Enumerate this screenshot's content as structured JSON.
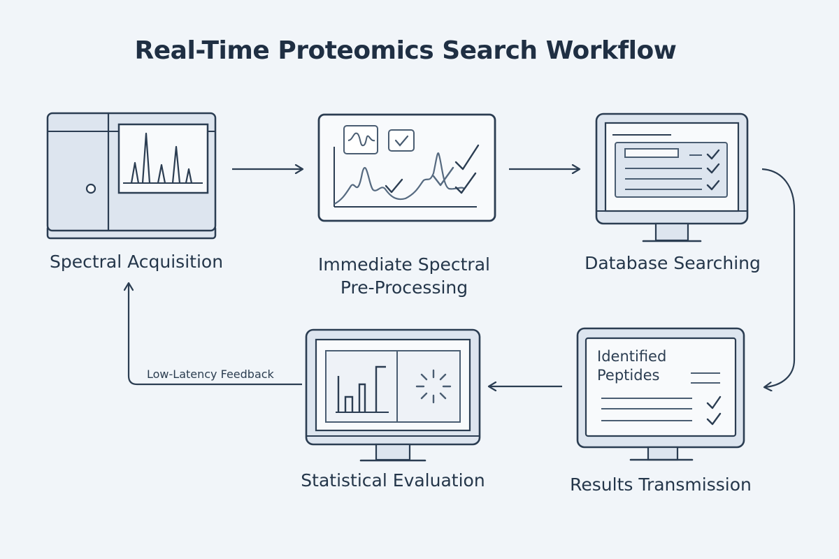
{
  "title": "Real-Time Proteomics Search Workflow",
  "steps": {
    "acquisition": "Spectral Acquisition",
    "preprocessing_line1": "Immediate Spectral",
    "preprocessing_line2": "Pre-Processing",
    "database": "Database Searching",
    "transmission": "Results Transmission",
    "statistical": "Statistical Evaluation"
  },
  "screen": {
    "identified_line1": "Identified",
    "identified_line2": "Peptides"
  },
  "feedback_label": "Low-Latency Feedback",
  "colors": {
    "stroke": "#2b3d52",
    "panel": "#dde5ef",
    "screen": "#f8fafc",
    "background": "#f1f5f9"
  }
}
